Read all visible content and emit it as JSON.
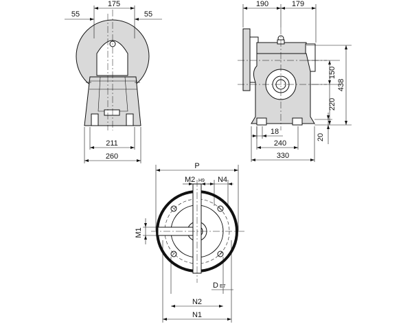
{
  "front_view": {
    "dims": {
      "top_width": "175",
      "left_offset": "55",
      "right_offset": "55",
      "foot_inner": "211",
      "foot_outer": "260"
    }
  },
  "side_view": {
    "dims": {
      "left_width": "190",
      "right_width": "179",
      "height_150": "150",
      "height_438": "438",
      "height_220": "220",
      "height_20": "20",
      "foot_18": "18",
      "foot_240": "240",
      "foot_330": "330"
    }
  },
  "flange_view": {
    "dims": {
      "p": "P",
      "m2": "M2",
      "m2_tol": "H9",
      "n4": "N4",
      "m1": "M1",
      "d": "D",
      "d_tol": "E7",
      "n2": "N2",
      "n1": "N1"
    }
  }
}
